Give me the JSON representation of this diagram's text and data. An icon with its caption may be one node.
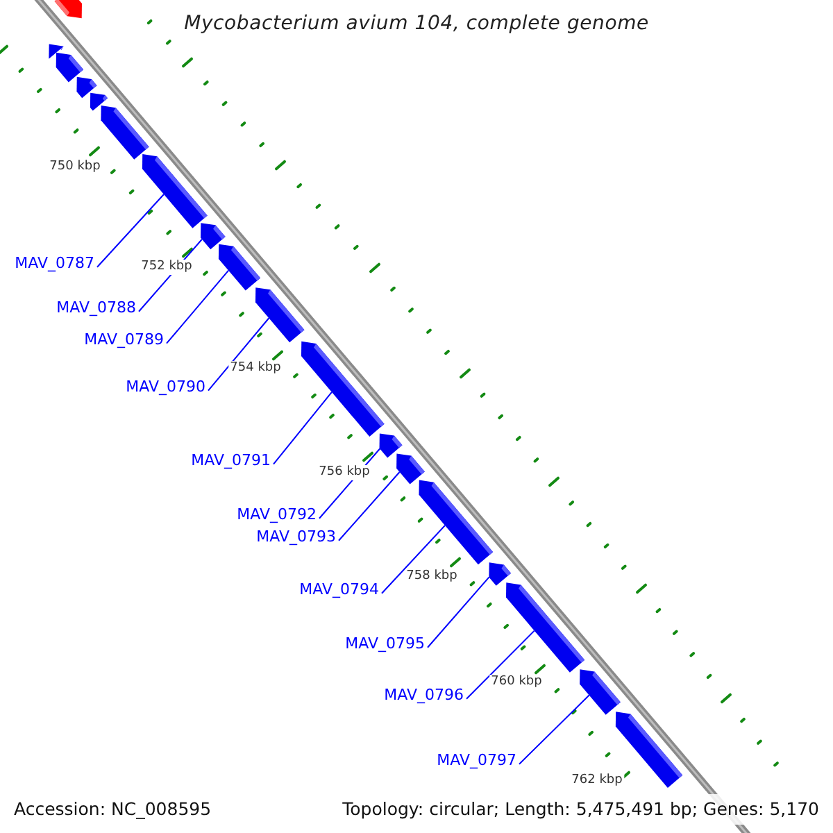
{
  "diagram": {
    "title": "Mycobacterium avium 104, complete genome",
    "nodes": [
      {
        "text": [],
        "shape": "arrow"
      },
      {
        "text": [],
        "shape": "arrow"
      },
      {
        "text": [],
        "shape": "arrow"
      },
      {
        "text": [],
        "shape": "arrow"
      },
      {
        "text": [],
        "shape": "arrow"
      },
      {
        "text": [],
        "shape": "arrow"
      },
      {
        "text": [],
        "shape": "arrow"
      },
      {
        "text": [],
        "shape": "arrow"
      },
      {
        "text": [],
        "shape": "arrow"
      },
      {
        "text": [],
        "shape": "arrow"
      },
      {
        "text": [],
        "shape": "arrow"
      },
      {
        "text": [],
        "shape": "arrow"
      },
      {
        "text": [],
        "shape": "arrow"
      },
      {
        "text": [],
        "shape": "arrow"
      },
      {
        "text": [],
        "shape": "arrow"
      },
      {
        "text": [],
        "shape": "arrow"
      },
      {
        "text": [],
        "shape": "arrow"
      },
      {
        "text": [],
        "shape": "arrow"
      },
      {
        "text": [
          "MAV_0787"
        ]
      },
      {
        "text": [
          "MAV_0788"
        ]
      },
      {
        "text": [
          "MAV_0789"
        ]
      },
      {
        "text": [
          "MAV_0790"
        ]
      },
      {
        "text": [
          "MAV_0791"
        ]
      },
      {
        "text": [
          "MAV_0792"
        ]
      },
      {
        "text": [
          "MAV_0793"
        ]
      },
      {
        "text": [
          "MAV_0794"
        ]
      },
      {
        "text": [
          "MAV_0795"
        ]
      },
      {
        "text": [
          "MAV_0796"
        ]
      },
      {
        "text": [
          "MAV_0797"
        ]
      }
    ],
    "edges": [
      {
        "from": 18,
        "to": 6,
        "arrow": "none"
      },
      {
        "from": 19,
        "to": 7,
        "arrow": "none"
      },
      {
        "from": 20,
        "to": 8,
        "arrow": "none"
      },
      {
        "from": 21,
        "to": 9,
        "arrow": "none"
      },
      {
        "from": 22,
        "to": 10,
        "arrow": "none"
      },
      {
        "from": 23,
        "to": 11,
        "arrow": "none"
      },
      {
        "from": 24,
        "to": 12,
        "arrow": "none"
      },
      {
        "from": 25,
        "to": 13,
        "arrow": "none"
      },
      {
        "from": 26,
        "to": 14,
        "arrow": "none"
      },
      {
        "from": 27,
        "to": 15,
        "arrow": "none"
      },
      {
        "from": 28,
        "to": 16,
        "arrow": "none"
      }
    ],
    "labels": [
      "750 kbp",
      "752 kbp",
      "754 kbp",
      "756 kbp",
      "758 kbp",
      "760 kbp",
      "762 kbp",
      "Accession: NC_008595",
      "Topology: circular; Length: 5,475,491 bp; Genes: 5,170"
    ]
  }
}
